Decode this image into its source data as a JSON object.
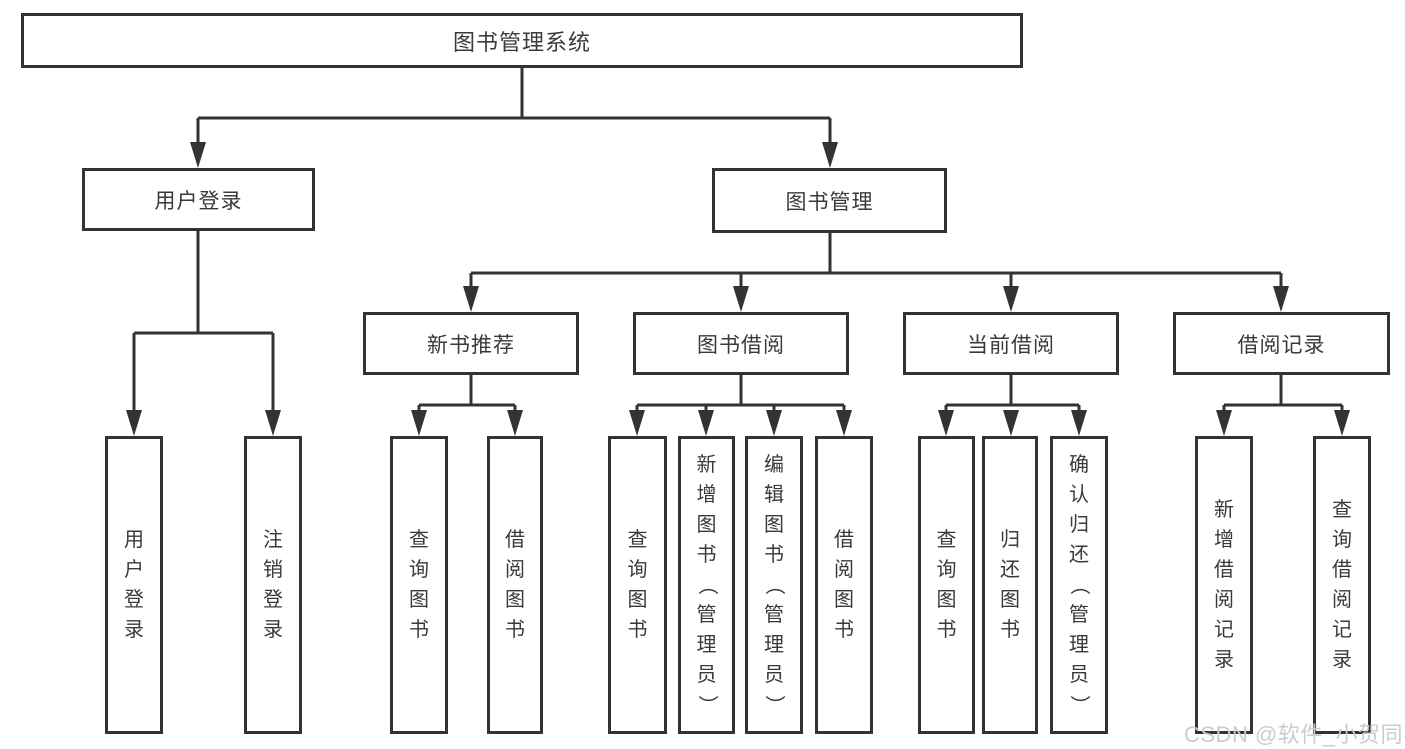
{
  "colors": {
    "line": "#333333",
    "text": "#3a3a3a",
    "background": "#ffffff",
    "watermark": "#c9ccd2"
  },
  "watermark": "CSDN @软件_小贺同学",
  "tree": {
    "label": "图书管理系统",
    "children": [
      {
        "label": "用户登录",
        "children": [
          {
            "label": "用户登录"
          },
          {
            "label": "注销登录"
          }
        ]
      },
      {
        "label": "图书管理",
        "children": [
          {
            "label": "新书推荐",
            "children": [
              {
                "label": "查询图书"
              },
              {
                "label": "借阅图书"
              }
            ]
          },
          {
            "label": "图书借阅",
            "children": [
              {
                "label": "查询图书"
              },
              {
                "label": "新增图书（管理员）"
              },
              {
                "label": "编辑图书（管理员）"
              },
              {
                "label": "借阅图书"
              }
            ]
          },
          {
            "label": "当前借阅",
            "children": [
              {
                "label": "查询图书"
              },
              {
                "label": "归还图书"
              },
              {
                "label": "确认归还（管理员）"
              }
            ]
          },
          {
            "label": "借阅记录",
            "children": [
              {
                "label": "新增借阅记录"
              },
              {
                "label": "查询借阅记录"
              }
            ]
          }
        ]
      }
    ]
  }
}
